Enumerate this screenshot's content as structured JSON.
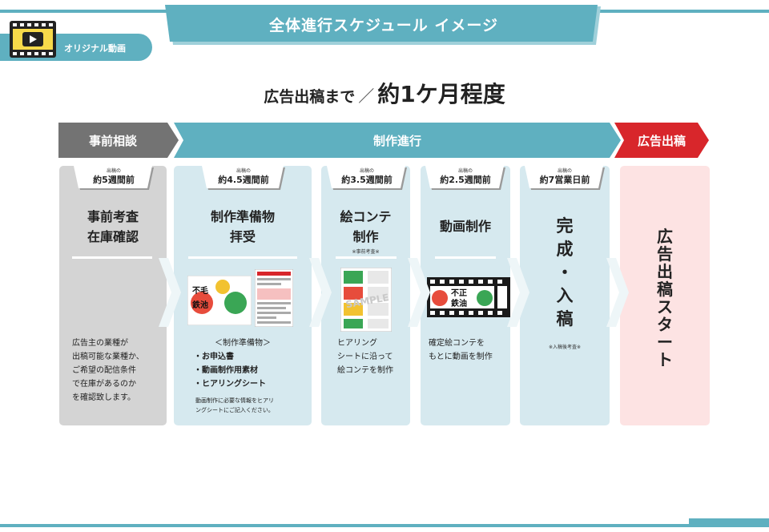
{
  "header": {
    "title": "全体進行スケジュール イメージ",
    "tab_label": "オリジナル動画",
    "subtitle_small": "広告出稿まで",
    "subtitle_slash": "／",
    "subtitle_big": "約1ケ月程度"
  },
  "phases": {
    "consult": "事前相談",
    "production": "制作進行",
    "publish": "広告出稿"
  },
  "steps": [
    {
      "tag_top": "出稿の",
      "tag_main": "約5週間前",
      "title_lines": [
        "事前考査",
        "在庫確認"
      ],
      "desc_lines": [
        "広告主の業種が",
        "出稿可能な業種か、",
        "ご希望の配信条件",
        "で在庫があるのか",
        "を確認致します。"
      ]
    },
    {
      "tag_top": "出稿の",
      "tag_main": "約4.5週間前",
      "title_lines": [
        "制作準備物",
        "拝受"
      ],
      "materials_heading": "＜制作準備物＞",
      "materials": [
        "・お申込書",
        "・動画制作用素材",
        "・ヒアリングシート"
      ],
      "note_lines": [
        "動画制作に必要な情報をヒアリ",
        "ングシートにご記入ください。"
      ],
      "poster_text": [
        "不毛",
        "鉄池"
      ]
    },
    {
      "tag_top": "出稿の",
      "tag_main": "約3.5週間前",
      "title_lines": [
        "絵コンテ",
        "制作"
      ],
      "sub_note": "※事前考査※",
      "desc_lines": [
        "ヒアリング",
        "シートに沿って",
        "絵コンテを制作"
      ],
      "watermark": "SAMPLE"
    },
    {
      "tag_top": "出稿の",
      "tag_main": "約2.5週間前",
      "title_lines": [
        "動画制作"
      ],
      "desc_lines": [
        "確定絵コンテを",
        "もとに動画を制作"
      ],
      "film_text": [
        "不正",
        "鉄油"
      ]
    },
    {
      "tag_top": "出稿の",
      "tag_main": "約7営業日前",
      "vertical_chars": [
        "完",
        "成",
        "・",
        "入",
        "稿"
      ],
      "note": "※入稿後考査※"
    },
    {
      "vertical_chars": [
        "広",
        "告",
        "出",
        "稿",
        "ス",
        "タ",
        "ー",
        "ト"
      ]
    }
  ],
  "colors": {
    "teal": "#5fb0c0",
    "gray_phase": "#737373",
    "red_phase": "#d8262b",
    "card_gray": "#d4d4d4",
    "card_blue": "#d6e9ef",
    "card_pink": "#fde3e3"
  }
}
